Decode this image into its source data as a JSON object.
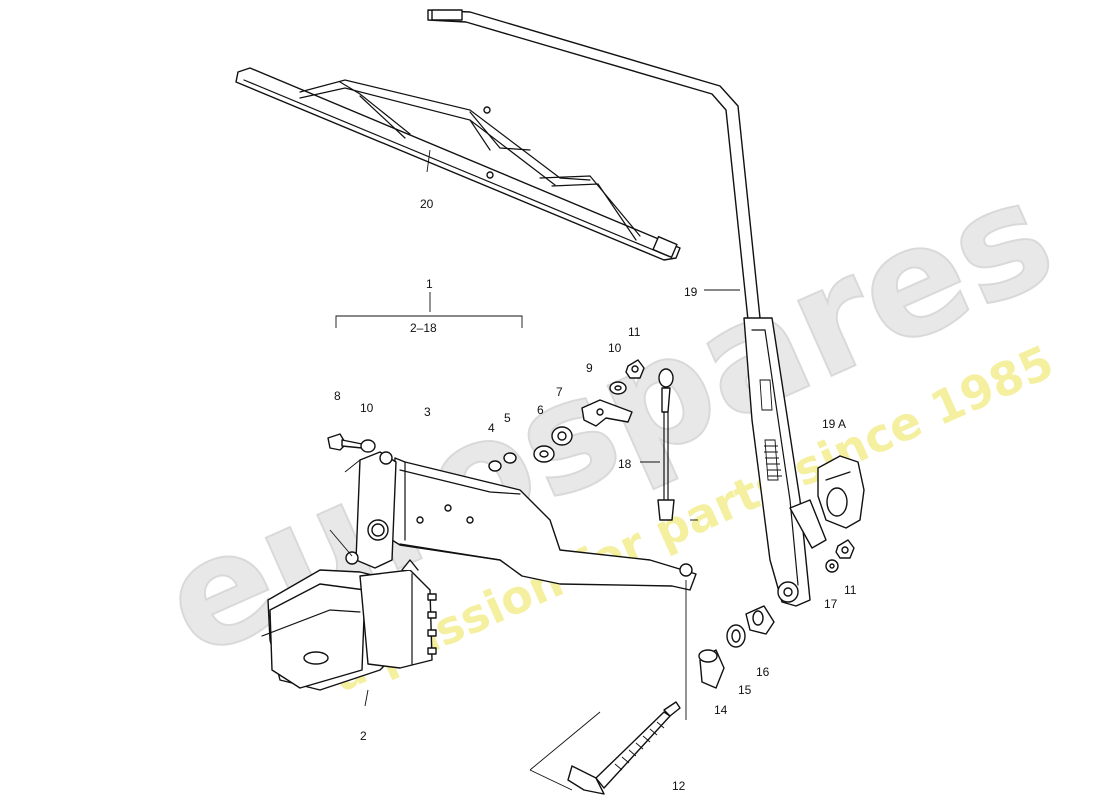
{
  "watermark": {
    "logo_text": "eurospares",
    "tagline": "a passion for parts since 1985",
    "logo_color": "#e6e6e6",
    "tagline_color": "#f2ef9a"
  },
  "callouts": {
    "c1": "1",
    "c2_18": "2–18",
    "c2": "2",
    "c3": "3",
    "c4": "4",
    "c5": "5",
    "c6": "6",
    "c7": "7",
    "c8": "8",
    "c9": "9",
    "c10a": "10",
    "c10b": "10",
    "c11a": "11",
    "c11b": "11",
    "c12": "12",
    "c14": "14",
    "c15": "15",
    "c16": "16",
    "c17": "17",
    "c18": "18",
    "c19": "19",
    "c19a": "19 A",
    "c20": "20"
  }
}
